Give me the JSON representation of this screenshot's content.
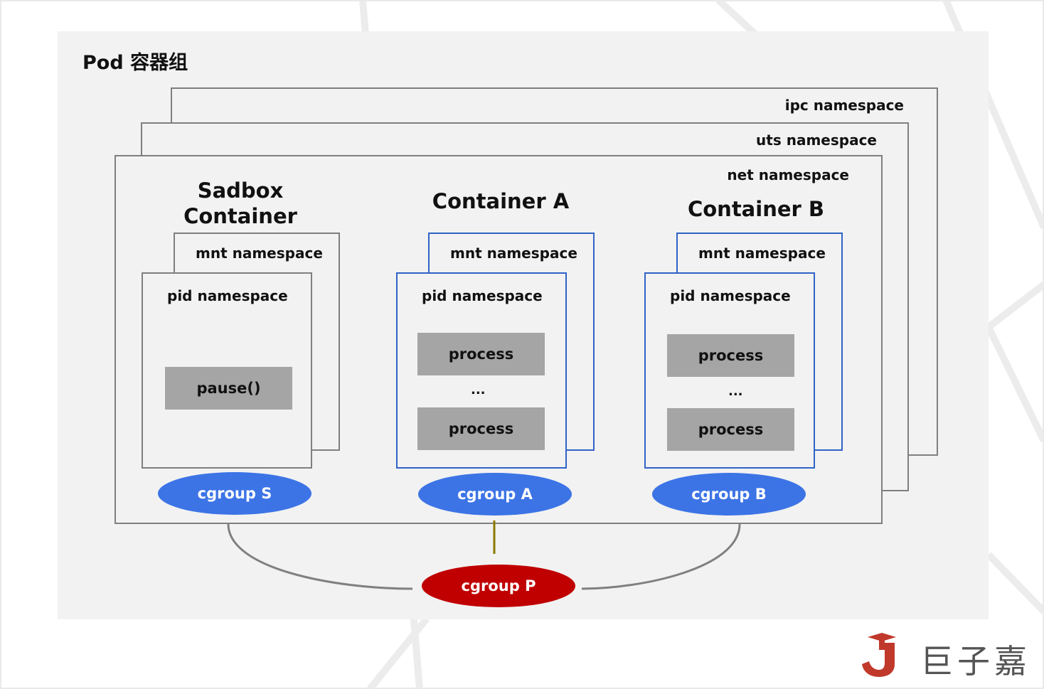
{
  "title": "Pod 容器组",
  "namespaces": {
    "ipc": "ipc namespace",
    "uts": "uts namespace",
    "net": "net namespace"
  },
  "containers": [
    {
      "name": "Sadbox\nContainer",
      "mnt": "mnt namespace",
      "pid": "pid namespace",
      "items": [
        "pause()"
      ],
      "cgroup": "cgroup S"
    },
    {
      "name": "Container A",
      "mnt": "mnt namespace",
      "pid": "pid namespace",
      "items": [
        "process",
        "...",
        "process"
      ],
      "cgroup": "cgroup A"
    },
    {
      "name": "Container B",
      "mnt": "mnt namespace",
      "pid": "pid namespace",
      "items": [
        "process",
        "...",
        "process"
      ],
      "cgroup": "cgroup B"
    }
  ],
  "parent_cgroup": "cgroup P",
  "logo": {
    "text": "巨子嘉"
  },
  "colors": {
    "container_border": "#2f63c6",
    "cgroup_blue": "#3c74e6",
    "cgroup_red": "#c00000",
    "process_fill": "#a5a5a5",
    "panel": "#f2f2f2"
  }
}
